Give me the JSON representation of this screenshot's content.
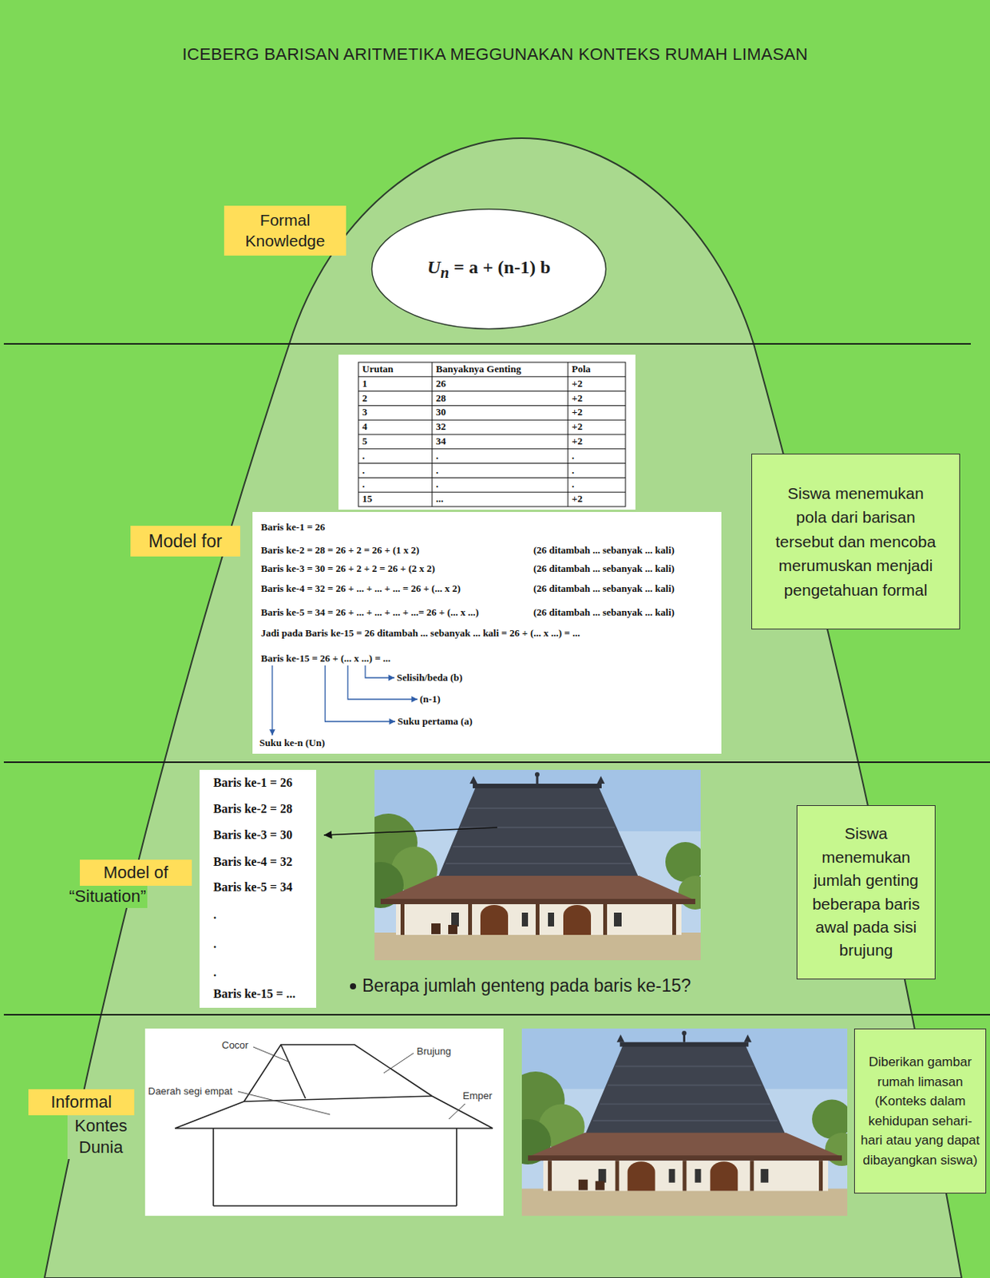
{
  "diagram": {
    "title": "ICEBERG BARISAN ARITMETIKA MEGGUNAKAN KONTEKS RUMAH LIMASAN",
    "nodes": [
      {
        "text": [
          "Formal Knowledge"
        ]
      },
      {
        "text": [
          "Un = a + (n-1) b"
        ]
      },
      {
        "text": [
          "Model for"
        ]
      },
      {
        "text": [
          "Siswa menemukan pola dari barisan tersebut dan mencoba merumuskan menjadi pengetahuan formal"
        ]
      },
      {
        "text": [
          "Model of",
          "“Situation”"
        ]
      },
      {
        "text": [
          "Siswa menemukan jumlah genting beberapa baris awal pada sisi brujung"
        ]
      },
      {
        "text": [
          "Informal",
          "Kontes Dunia"
        ]
      },
      {
        "text": [
          "Diberikan gambar rumah limasan (Konteks dalam kehidupan sehari-hari atau yang dapat dibayangkan siswa)"
        ]
      }
    ],
    "labels": [
      "Urutan",
      "Banyaknya Genting",
      "Pola",
      "1",
      "26",
      "+2",
      "2",
      "28",
      "+2",
      "3",
      "30",
      "+2",
      "4",
      "32",
      "+2",
      "5",
      "34",
      "+2",
      ".",
      ".",
      ".",
      ".",
      ".",
      ".",
      ".",
      ".",
      ".",
      "15",
      "...",
      "+2",
      "Baris ke-1 = 26",
      "Baris ke-2 = 28 = 26 + 2 = 26 + (1 x 2)",
      "(26 ditambah ... sebanyak ... kali)",
      "Baris ke-3 = 30 = 26 + 2 + 2 = 26 + (2 x 2)",
      "(26 ditambah ... sebanyak ... kali)",
      "Baris ke-4 = 32 = 26 + ... + ... + ... = 26 + (... x 2)",
      "(26 ditambah ... sebanyak ... kali)",
      "Baris ke-5 = 34 = 26 + ... + ... + ... + ...= 26 + (... x ...)",
      "(26 ditambah ... sebanyak ... kali)",
      "Jadi pada Baris ke-15 = 26 ditambah ... sebanyak ... kali = 26 + (... x ...) = ...",
      "Baris ke-15 = 26 + (... x ...) = ...",
      "Selisih/beda (b)",
      "(n-1)",
      "Suku pertama (a)",
      "Suku ke-n (Un)",
      "Baris ke-1 = 26",
      "Baris ke-2 = 28",
      "Baris ke-3 = 30",
      "Baris ke-4 = 32",
      "Baris ke-5 = 34",
      ".",
      ".",
      ".",
      "Baris ke-15 = ...",
      "Berapa jumlah genteng pada baris ke-15?",
      "Cocor",
      "Brujung",
      "Daerah segi empat",
      "Emper"
    ]
  }
}
